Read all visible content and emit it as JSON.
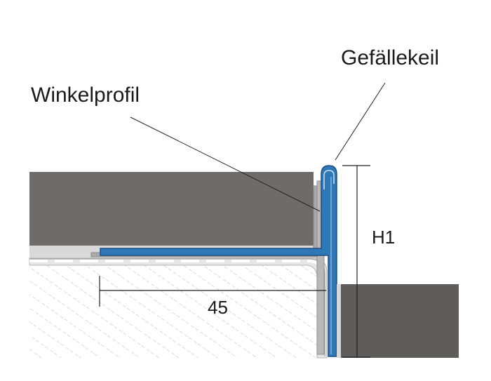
{
  "labels": {
    "winkelprofil": "Winkelprofil",
    "gefaellekeil": "Gefällekeil",
    "h1": "H1",
    "dimension_45": "45"
  },
  "colors": {
    "tile": "#6e6b6b",
    "tile_right": "#5f5c5c",
    "profile_blue": "#2f78b7",
    "profile_outline": "#1f4f86",
    "grey_profile": "#a7a7a7",
    "light_layer": "#dcdcdc",
    "hatch": "#bdbdbd",
    "line": "#222222"
  }
}
